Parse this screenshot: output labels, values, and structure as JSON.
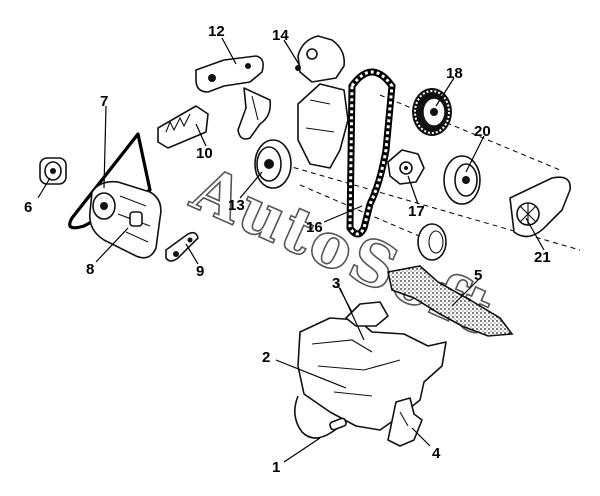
{
  "watermark": "AutoSoft",
  "callouts": [
    {
      "id": "1"
    },
    {
      "id": "2"
    },
    {
      "id": "3"
    },
    {
      "id": "4"
    },
    {
      "id": "5"
    },
    {
      "id": "6"
    },
    {
      "id": "7"
    },
    {
      "id": "8"
    },
    {
      "id": "9"
    },
    {
      "id": "10"
    },
    {
      "id": "12"
    },
    {
      "id": "13"
    },
    {
      "id": "14"
    },
    {
      "id": "16"
    },
    {
      "id": "17"
    },
    {
      "id": "18"
    },
    {
      "id": "20"
    },
    {
      "id": "21"
    }
  ]
}
